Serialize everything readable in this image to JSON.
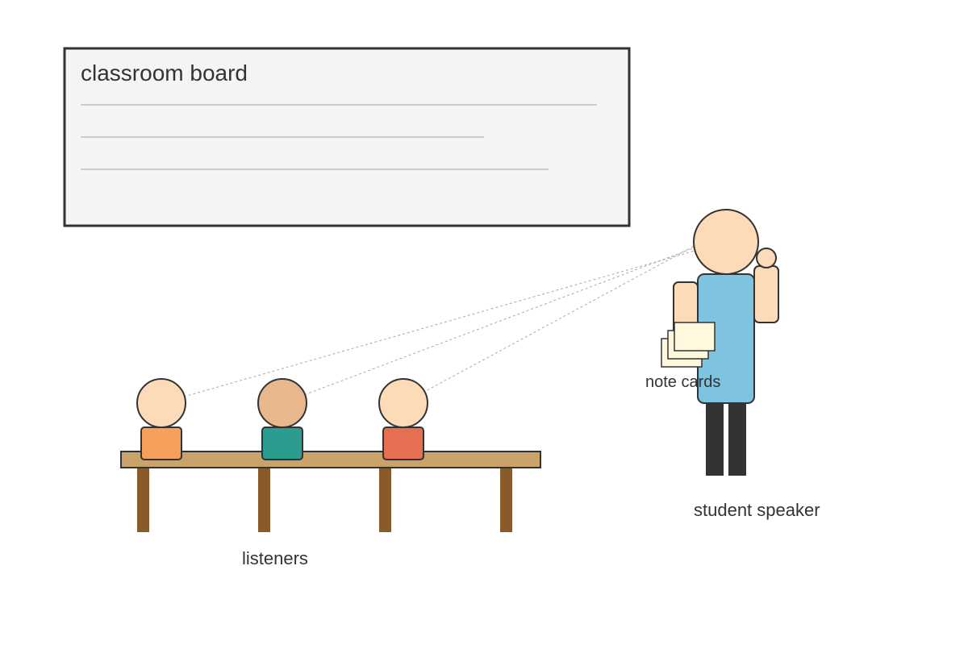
{
  "board": {
    "title": "classroom board"
  },
  "labels": {
    "listeners": "listeners",
    "speaker": "student speaker",
    "note_cards": "note cards"
  },
  "colors": {
    "outline": "#333333",
    "board_fill": "#f3f4f6",
    "board_line": "#cccccc",
    "skin_light": "#fddbb8",
    "skin_tan": "#e8b88c",
    "table_top": "#c9a36a",
    "table_leg": "#8b5a2b",
    "speaker_shirt": "#7ec4e0",
    "speaker_pants": "#333333",
    "note_card": "#fff8dc",
    "sightline": "#aaaaaa",
    "listener_shirts": [
      "#f5a05c",
      "#2a9d8f",
      "#e76f51"
    ]
  }
}
